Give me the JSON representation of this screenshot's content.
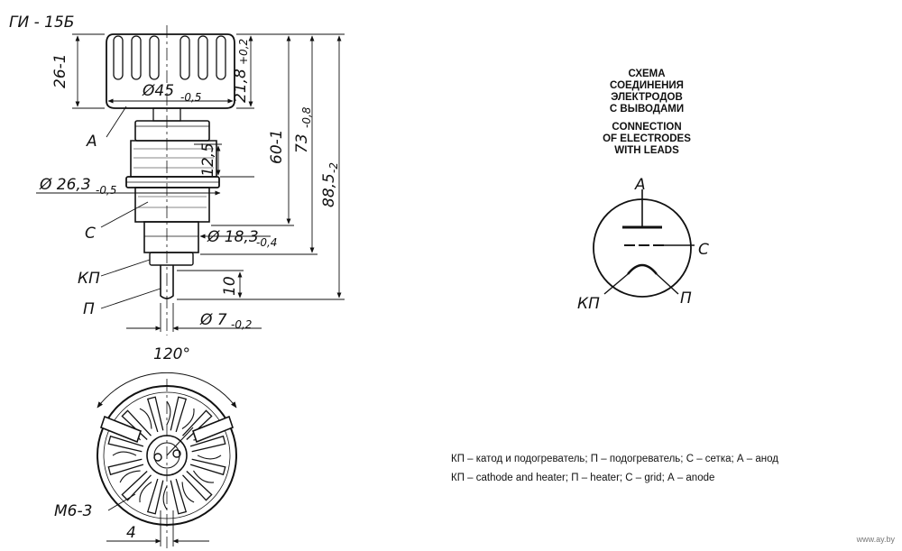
{
  "tube_name": "ГИ - 15Б",
  "dimensions": {
    "d45": "Ø45",
    "d45_tol": "-0,5",
    "h26": "26-1",
    "h21": "21,8",
    "h21_tol": "+0,2",
    "h60": "60-1",
    "h73": "73",
    "h73_tol": "-0,8",
    "h88": "88,5",
    "h88_tol": "-2",
    "h12": "12,5",
    "d26": "Ø 26,3",
    "d26_tol": "-0,5",
    "d18": "Ø 18,3",
    "d18_tol": "-0,4",
    "h10": "10",
    "d7": "Ø 7",
    "d7_tol": "-0,2",
    "angle": "120°",
    "m6": "M6-3",
    "w4": "4"
  },
  "leads": {
    "a": "A",
    "c": "C",
    "kp": "КП",
    "p": "П"
  },
  "schema_title_ru": [
    "СХЕМА",
    "СОЕДИНЕНИЯ",
    "ЭЛЕКТРОДОВ",
    "С ВЫВОДАМИ"
  ],
  "schema_title_en": [
    "CONNECTION",
    "OF ELECTRODES",
    "WITH LEADS"
  ],
  "legend_ru": "КП – катод и подогреватель; П – подогреватель; С – сетка; А – анод",
  "legend_en": "КП – cathode and heater; П – heater; С – grid; А – anode",
  "watermark": "www.ay.by"
}
